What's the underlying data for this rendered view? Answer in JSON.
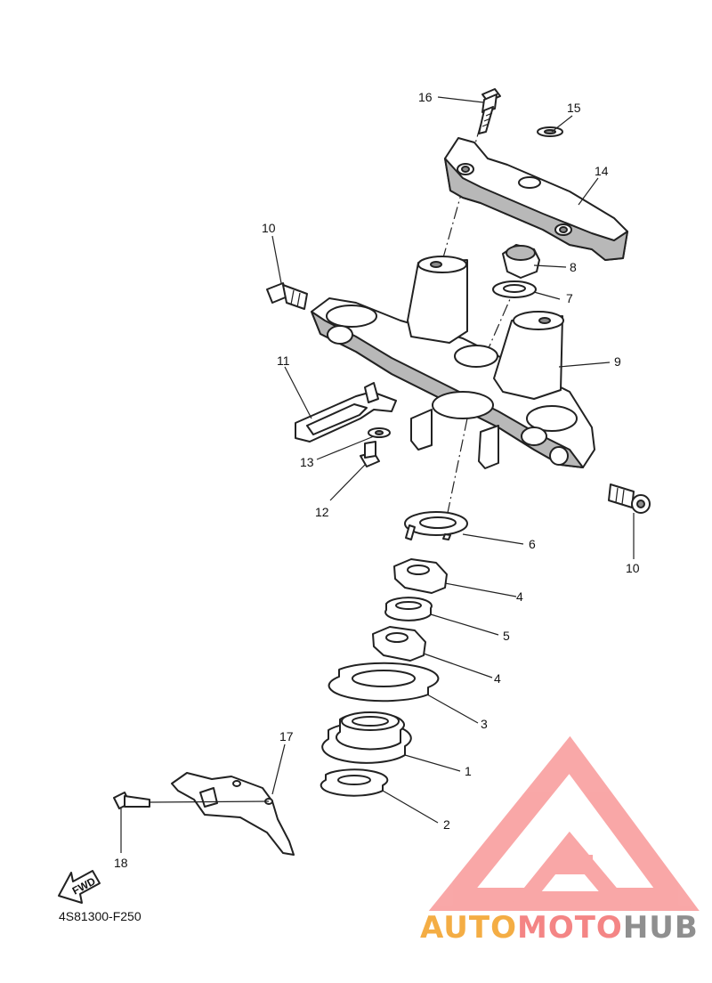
{
  "diagram": {
    "code": "4S81300-F250",
    "fwd_label": "FWD",
    "callouts": {
      "c1": "1",
      "c2": "2",
      "c3": "3",
      "c4a": "4",
      "c4b": "4",
      "c5": "5",
      "c6": "6",
      "c7": "7",
      "c8": "8",
      "c9": "9",
      "c10a": "10",
      "c10b": "10",
      "c11": "11",
      "c12": "12",
      "c13": "13",
      "c14": "14",
      "c15": "15",
      "c16": "16",
      "c17": "17",
      "c18": "18"
    }
  },
  "watermark": {
    "part1": "AUTO",
    "part2": "MOTO",
    "part3": "HUB",
    "colors": {
      "orange": "#f4a93a",
      "salmon": "#f47f7f",
      "gray": "#8a8a8a",
      "triangle": "#f9a3a3"
    }
  }
}
